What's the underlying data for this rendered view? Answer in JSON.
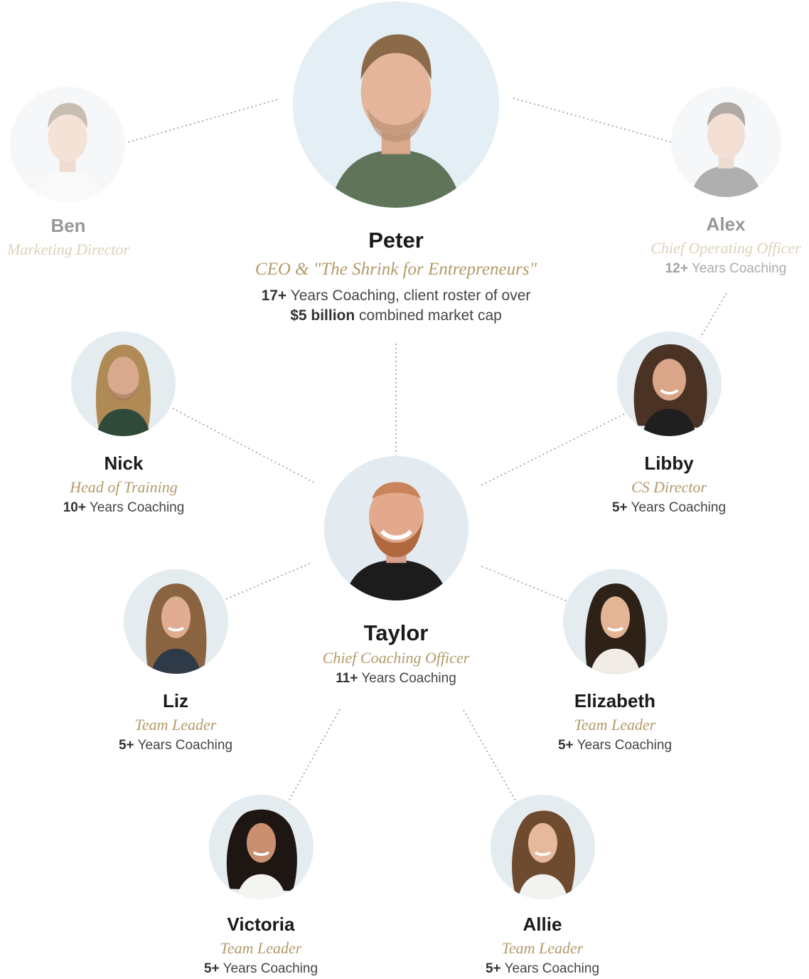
{
  "theme": {
    "gold": "#b39a68",
    "ink": "#1a1a1a",
    "muted": "#444444",
    "connector": "#9a9a9a"
  },
  "people": {
    "peter": {
      "name": "Peter",
      "role": "CEO & \"The Shrink for Entrepreneurs\"",
      "years_bold": "17+",
      "years_text": " Years Coaching, client roster of over",
      "cap_bold": "$5 billion",
      "cap_text": " combined market cap",
      "icon": "portrait-icon"
    },
    "ben": {
      "name": "Ben",
      "role": "Marketing Director",
      "icon": "portrait-icon"
    },
    "alex": {
      "name": "Alex",
      "role": "Chief Operating Officer",
      "years_bold": "12+",
      "years_text": " Years Coaching",
      "icon": "portrait-icon"
    },
    "nick": {
      "name": "Nick",
      "role": "Head of Training",
      "years_bold": "10+",
      "years_text": " Years Coaching",
      "icon": "portrait-icon"
    },
    "libby": {
      "name": "Libby",
      "role": "CS Director",
      "years_bold": "5+",
      "years_text": " Years Coaching",
      "icon": "portrait-icon"
    },
    "taylor": {
      "name": "Taylor",
      "role": "Chief Coaching Officer",
      "years_bold": "11+",
      "years_text": " Years Coaching",
      "icon": "portrait-icon"
    },
    "liz": {
      "name": "Liz",
      "role": "Team Leader",
      "years_bold": "5+",
      "years_text": " Years Coaching",
      "icon": "portrait-icon"
    },
    "elizabeth": {
      "name": "Elizabeth",
      "role": "Team Leader",
      "years_bold": "5+",
      "years_text": " Years Coaching",
      "icon": "portrait-icon"
    },
    "victoria": {
      "name": "Victoria",
      "role": "Team Leader",
      "years_bold": "5+",
      "years_text": " Years Coaching",
      "icon": "portrait-icon"
    },
    "allie": {
      "name": "Allie",
      "role": "Team Leader",
      "years_bold": "5+",
      "years_text": " Years Coaching",
      "icon": "portrait-icon"
    }
  }
}
